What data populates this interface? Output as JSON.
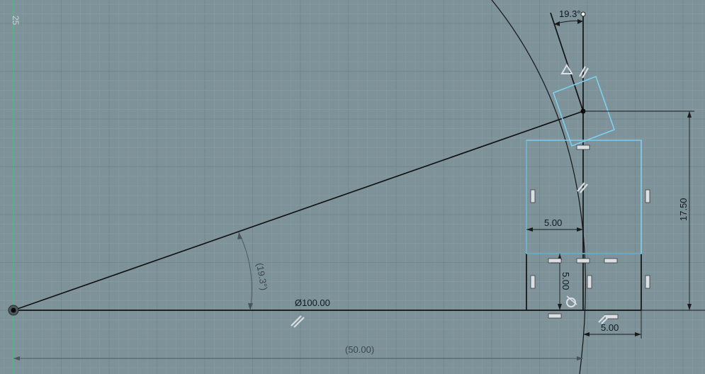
{
  "grid": {
    "minor_color": "#889ba2",
    "major_color": "#6f838a",
    "background": "#7e9299",
    "axis_label": "25"
  },
  "dimensions": {
    "top_angle": "19.3°",
    "ref_angle": "(19.3°)",
    "diameter": "Ø100.00",
    "ref_length": "(50.00)",
    "height": "17.50",
    "width_top": "5.00",
    "vertical_short": "5.00",
    "width_bottom": "5.00"
  },
  "colors": {
    "geometry": "#121212",
    "selection": "#7fd0ef",
    "origin_axis": "#2fd36a"
  }
}
